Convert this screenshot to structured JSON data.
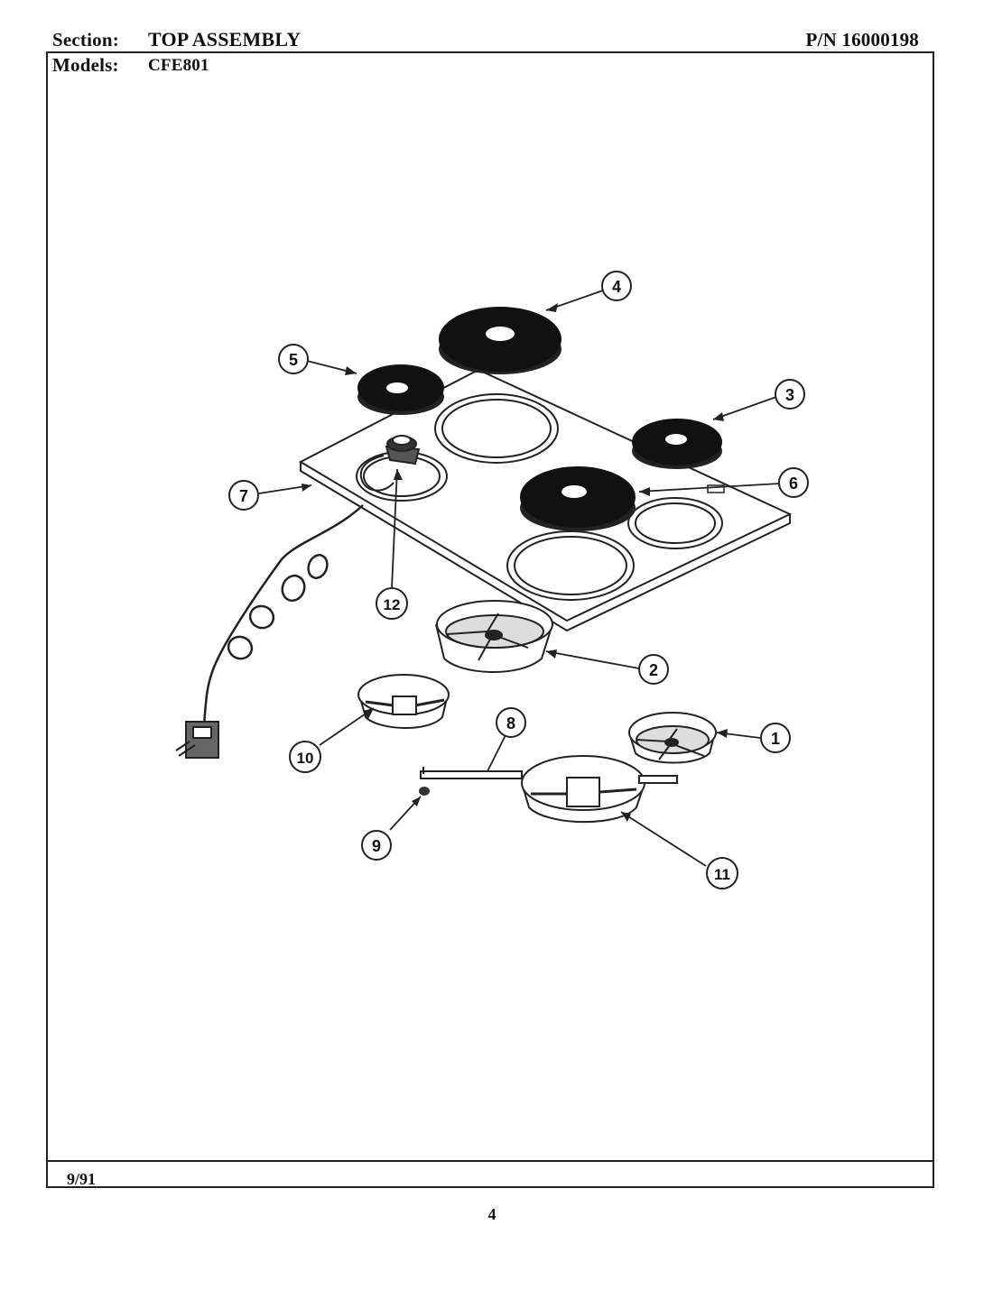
{
  "header": {
    "section_label": "Section:",
    "section_value": "TOP ASSEMBLY",
    "part_number": "P/N 16000198",
    "models_label": "Models:",
    "models_value": "CFE801"
  },
  "footer": {
    "date": "9/91",
    "page_number": "4"
  },
  "callouts": {
    "c1": "1",
    "c2": "2",
    "c3": "3",
    "c4": "4",
    "c5": "5",
    "c6": "6",
    "c7": "7",
    "c8": "8",
    "c9": "9",
    "c10": "10",
    "c11": "11",
    "c12": "12"
  }
}
